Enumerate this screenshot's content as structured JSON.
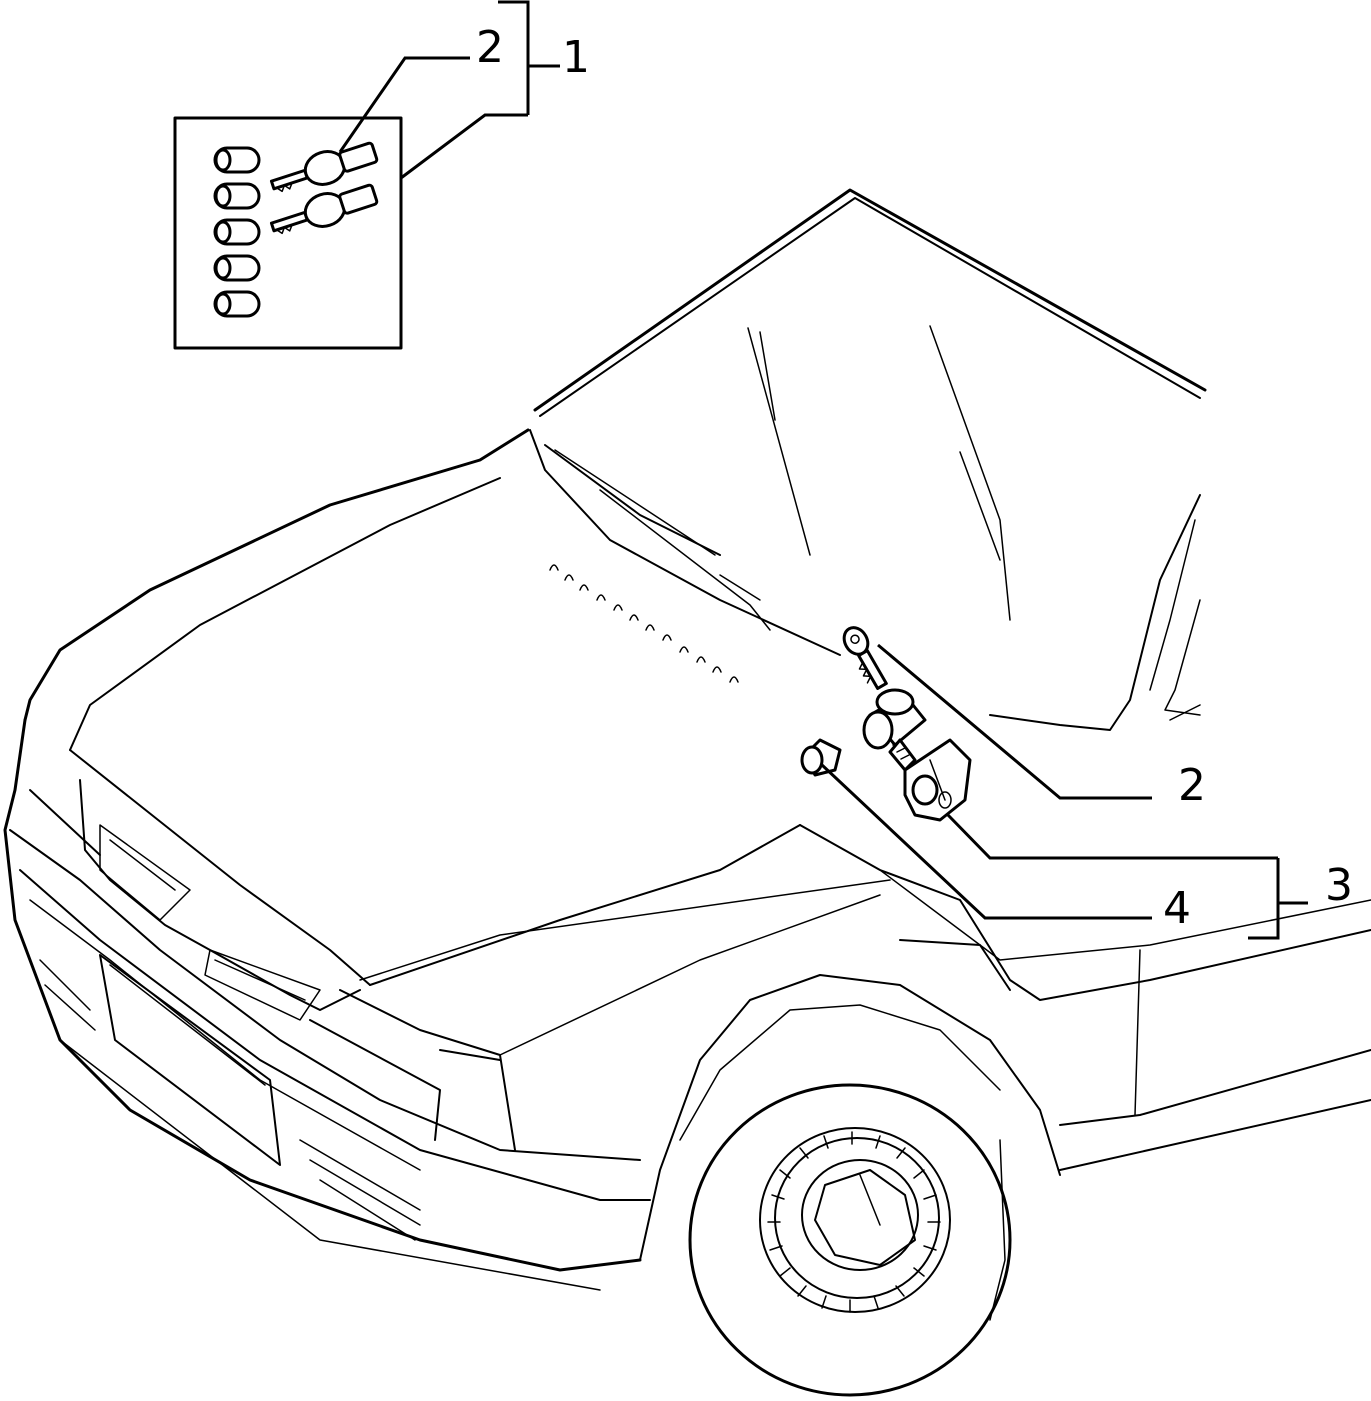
{
  "callouts": {
    "kit_keys": "2",
    "kit": "1",
    "key": "2",
    "lock_assembly": "3",
    "cylinder": "4"
  }
}
